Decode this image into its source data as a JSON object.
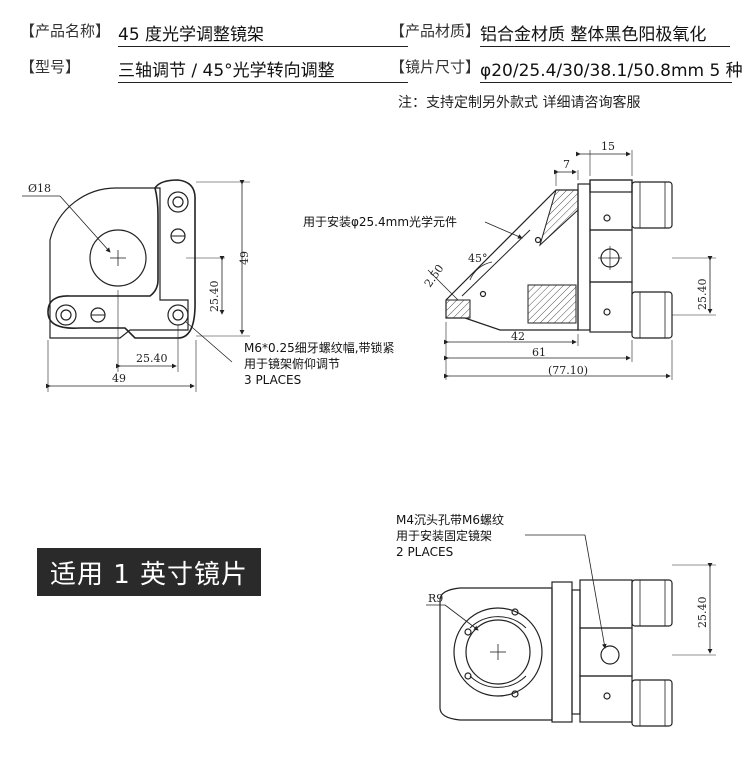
{
  "specs": {
    "name_label": "【产品名称】",
    "name_value": "45 度光学调整镜架",
    "material_label": "【产品材质】",
    "material_value": "铝合金材质 整体黑色阳极氧化",
    "model_label": "【型号】",
    "model_value": "三轴调节 / 45°光学转向调整",
    "size_label": "【镜片尺寸】",
    "size_value": "φ20/25.4/30/38.1/50.8mm 5 种"
  },
  "note": "注：支持定制另外款式 详细请咨询客服",
  "badge": "适用 1 英寸镜片",
  "front_view": {
    "dia": "Ø18",
    "h_total": "49",
    "h_pitch": "25.40",
    "w_pitch": "25.40",
    "w_total": "49",
    "callout_1": "M6*0.25细牙螺纹幅,带锁紧",
    "callout_2": "用于镜架俯仰调节",
    "callout_3": "3 PLACES"
  },
  "side_view": {
    "d15": "15",
    "d7": "7",
    "optic_label": "用于安装φ25.4mm光学元件",
    "angle": "45°",
    "d250": "2.50",
    "d42": "42",
    "d61": "61",
    "d7710": "(77.10)",
    "h_pitch": "25.40"
  },
  "back_view": {
    "callout_1": "M4沉头孔带M6螺纹",
    "callout_2": "用于安装固定镜架",
    "callout_3": "2 PLACES",
    "radius": "R9",
    "h_pitch": "25.40"
  },
  "colors": {
    "badge_bg": "#2a2a2a",
    "line": "#222222",
    "hatch": "#555555"
  }
}
